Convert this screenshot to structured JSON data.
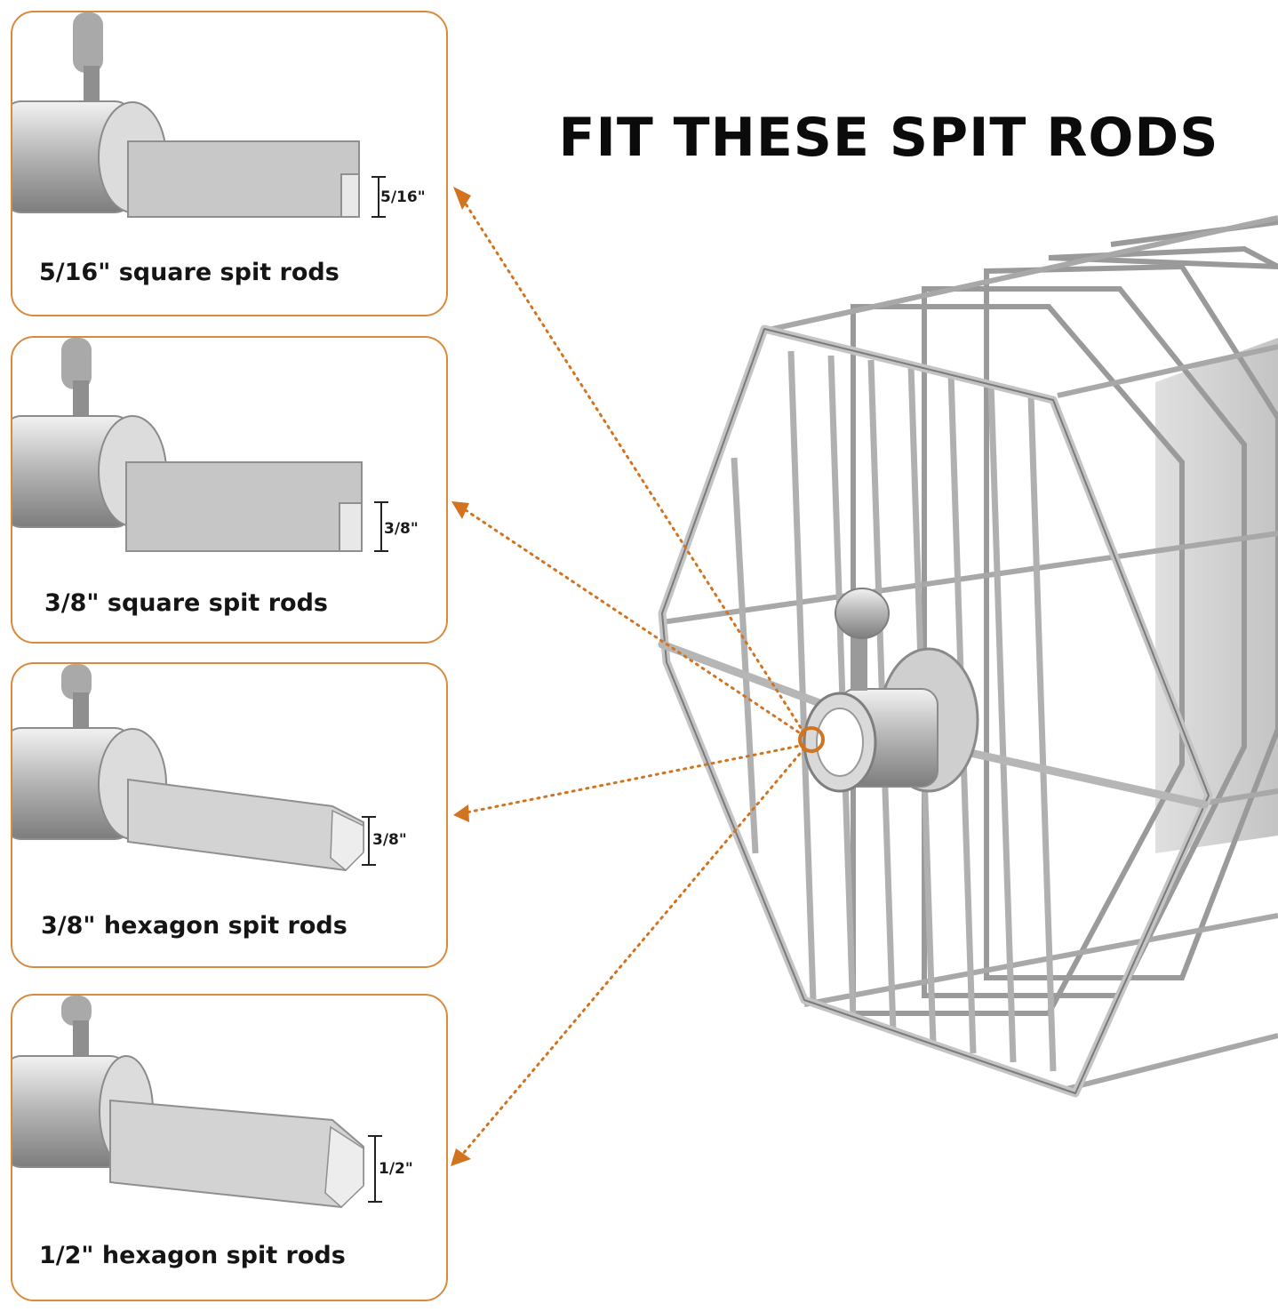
{
  "headline": "FIT THESE SPIT RODS",
  "accent_color": "#d98a3c",
  "connector_color": "#d2731f",
  "cards": [
    {
      "caption": "5/16\" square spit rods",
      "size": "5/16\"",
      "rod_shape": "square"
    },
    {
      "caption": "3/8\" square spit rods",
      "size": "3/8\"",
      "rod_shape": "square"
    },
    {
      "caption": "3/8\" hexagon spit rods",
      "size": "3/8\"",
      "rod_shape": "hexagon"
    },
    {
      "caption": "1/2\" hexagon spit rods",
      "size": "1/2\"",
      "rod_shape": "hexagon"
    }
  ]
}
